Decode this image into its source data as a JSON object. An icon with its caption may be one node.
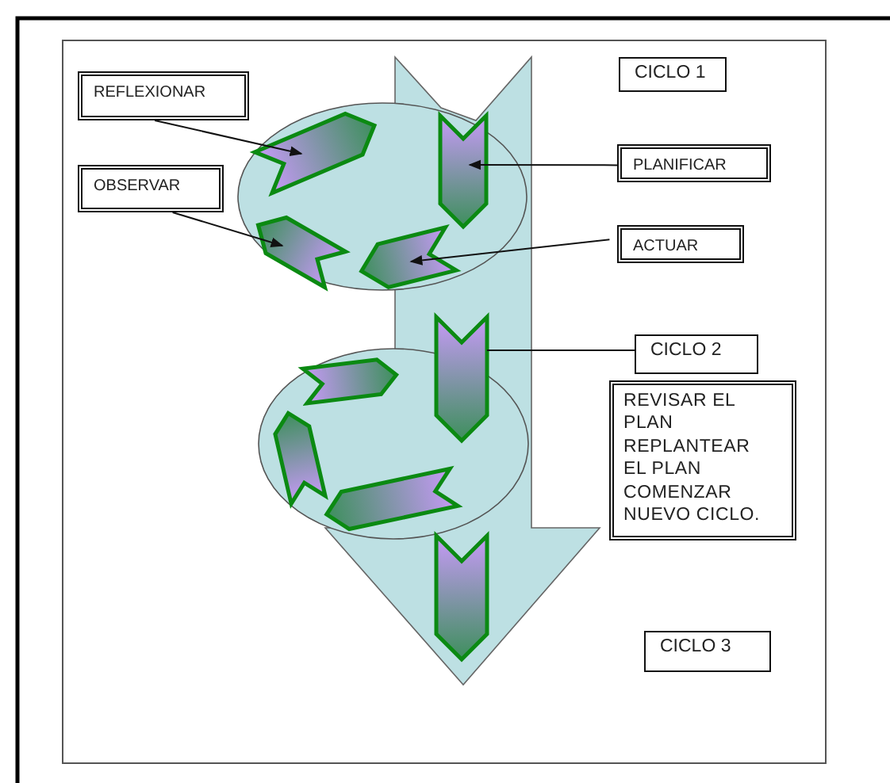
{
  "diagram": {
    "nodes": [
      {
        "text": [
          "REFLEXIONAR"
        ]
      },
      {
        "text": [
          "CICLO 1"
        ]
      },
      {
        "text": [
          "OBSERVAR"
        ]
      },
      {
        "text": [
          "PLANIFICAR"
        ]
      },
      {
        "text": [
          "ACTUAR"
        ]
      },
      {
        "text": [
          "CICLO 2"
        ]
      },
      {
        "text": [
          "REVISAR EL PLAN REPLANTEAR EL PLAN COMENZAR NUEVO CICLO."
        ]
      },
      {
        "text": [
          "CICLO 3"
        ]
      },
      {
        "text": [],
        "shape": "chevron"
      },
      {
        "text": [],
        "shape": "chevron",
        "in": 17
      },
      {
        "text": [],
        "shape": "chevron"
      },
      {
        "text": [],
        "shape": "chevron",
        "in": 17
      },
      {
        "text": [],
        "shape": "chevron",
        "in": 17
      },
      {
        "text": [],
        "shape": "chevron"
      },
      {
        "text": [],
        "shape": "chevron"
      },
      {
        "text": [],
        "shape": "chevron"
      },
      {
        "text": [],
        "shape": "chevron",
        "in": 17
      },
      {
        "text": [],
        "shape": "arrow"
      }
    ],
    "edges": [
      {
        "from": 0,
        "to": 8,
        "arrow": "to"
      },
      {
        "from": 3,
        "to": 9,
        "arrow": "to"
      },
      {
        "from": 2,
        "to": 10,
        "arrow": "to"
      },
      {
        "from": 4,
        "to": 11,
        "arrow": "to"
      },
      {
        "from": 5,
        "to": 12,
        "arrow": "none"
      }
    ]
  }
}
